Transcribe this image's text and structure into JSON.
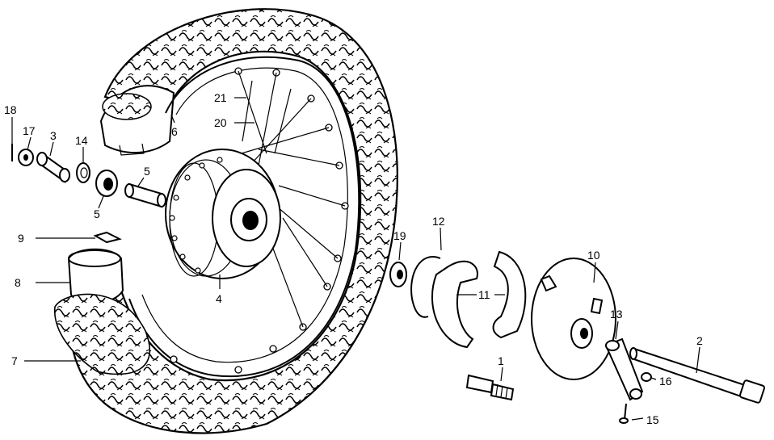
{
  "diagram": {
    "part_labels": {
      "p1": "1",
      "p2": "2",
      "p3": "3",
      "p4": "4",
      "p5a": "5",
      "p5b": "5",
      "p6": "6",
      "p7": "7",
      "p8": "8",
      "p9": "9",
      "p10": "10",
      "p11": "11",
      "p12": "12",
      "p13": "13",
      "p14": "14",
      "p15": "15",
      "p16": "16",
      "p17": "17",
      "p18": "18",
      "p19": "19",
      "p20": "20",
      "p21": "21"
    }
  }
}
